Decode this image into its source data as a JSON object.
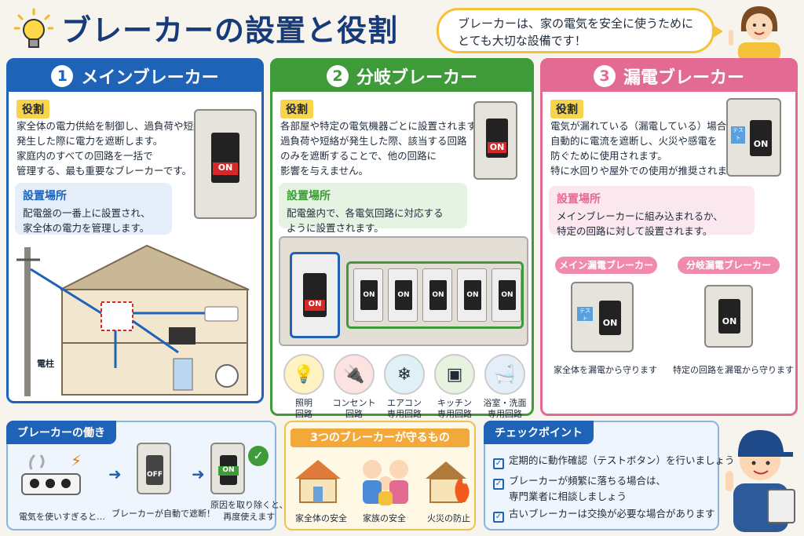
{
  "header": {
    "title": "ブレーカーの設置と役割",
    "speech_line1": "ブレーカーは、家の電気を安全に使うために",
    "speech_line2": "とても大切な設備です！"
  },
  "main": {
    "num": "1",
    "title": "メインブレーカー",
    "role_tag": "役割",
    "role_lines": [
      "家全体の電力供給を制御し、過負荷や短絡が",
      "発生した際に電力を遮断します。",
      "家庭内のすべての回路を一括で",
      "管理する、最も重要なブレーカーです。"
    ],
    "place_tag": "設置場所",
    "place_lines": [
      "配電盤の一番上に設置され、",
      "家全体の電力を管理します。"
    ],
    "on": "ON",
    "pole_label": "電柱"
  },
  "branch": {
    "num": "2",
    "title": "分岐ブレーカー",
    "role_tag": "役割",
    "role_lines": [
      "各部屋や特定の電気機器ごとに設置されます。",
      "過負荷や短絡が発生した際、該当する回路",
      "のみを遮断することで、他の回路に",
      "影響を与えません。"
    ],
    "place_tag": "設置場所",
    "place_lines": [
      "配電盤内で、各電気回路に対応する",
      "ように設置されます。"
    ],
    "on": "ON",
    "circuits": [
      {
        "icon": "💡",
        "l1": "照明",
        "l2": "回路"
      },
      {
        "icon": "🔌",
        "l1": "コンセント",
        "l2": "回路"
      },
      {
        "icon": "❄",
        "l1": "エアコン",
        "l2": "専用回路"
      },
      {
        "icon": "▣",
        "l1": "キッチン",
        "l2": "専用回路"
      },
      {
        "icon": "🛁",
        "l1": "浴室・洗面",
        "l2": "専用回路"
      }
    ]
  },
  "leak": {
    "num": "3",
    "title": "漏電ブレーカー",
    "role_tag": "役割",
    "role_lines": [
      "電気が漏れている（漏電している）場合に",
      "自動的に電流を遮断し、火災や感電を",
      "防ぐために使用されます。",
      "特に水回りや屋外での使用が推奨されます。"
    ],
    "place_tag": "設置場所",
    "place_lines": [
      "メインブレーカーに組み込まれるか、",
      "特定の回路に対して設置されます。"
    ],
    "sub1_title": "メイン漏電ブレーカー",
    "sub1_cap": "家全体を漏電から守ります",
    "sub2_title": "分岐漏電ブレーカー",
    "sub2_cap": "特定の回路を漏電から守ります",
    "test": "テスト",
    "on": "ON"
  },
  "work": {
    "title": "ブレーカーの働き",
    "step1": "電気を使いすぎると…",
    "step2": "ブレーカーが自動で遮断！",
    "step3a": "原因を取り除くと、",
    "step3b": "再度使えます",
    "off": "OFF",
    "on": "ON"
  },
  "protect": {
    "title": "3つのブレーカーが守るもの",
    "items": [
      "家全体の安全",
      "家族の安全",
      "火災の防止"
    ]
  },
  "check": {
    "title": "チェックポイント",
    "items": [
      "定期的に動作確認（テストボタン）を行いましょう",
      "ブレーカーが頻繁に落ちる場合は、",
      "専門業者に相談しましょう",
      "古いブレーカーは交換が必要な場合があります"
    ]
  },
  "colors": {
    "blue": "#1e63b8",
    "green": "#3f9a3a",
    "pink": "#e26a93",
    "yellow": "#f7d44c"
  }
}
